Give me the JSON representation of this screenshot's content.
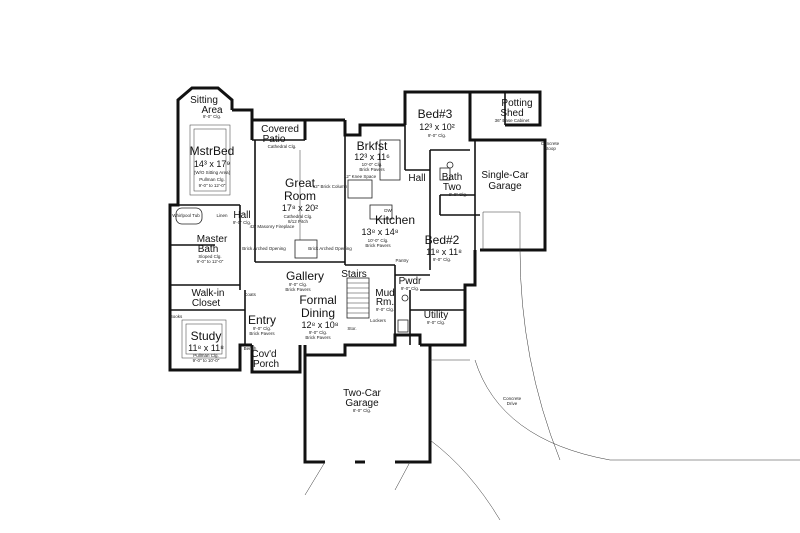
{
  "plan": {
    "rooms": {
      "sitting": {
        "name": "Sitting",
        "name2": "Area",
        "ceil": "9'-0\" Clg."
      },
      "mstrbed": {
        "name": "MstrBed",
        "dim": "14³ x 17⁹",
        "n1": "(W/O Sitting Area)",
        "n2": "Pullman Clg.",
        "n3": "9'-0\" to 12'-0\""
      },
      "covered_patio": {
        "name": "Covered",
        "name2": "Patio",
        "ceil": "Cathedral Clg."
      },
      "brkfst": {
        "name": "Brkfst",
        "dim": "12³ x 11⁶",
        "n1": "10'-0\" Clg.",
        "n2": "Brick Pavers"
      },
      "bed3": {
        "name": "Bed#3",
        "dim": "12³ x 10²",
        "ceil": "9'-0\" Clg."
      },
      "potting": {
        "name": "Potting",
        "name2": "Shed",
        "n1": "36\" Base Cabinet"
      },
      "great_room": {
        "name": "Great",
        "name2": "Room",
        "dim": "17⁸ x 20²",
        "n1": "Cathedral Clg.",
        "n2": "8/12 Pitch"
      },
      "single_garage": {
        "name": "Single-Car",
        "name2": "Garage"
      },
      "concrete_stoop": {
        "n1": "Concrete",
        "n2": "Stoop"
      },
      "hall_upper": {
        "name": "Hall"
      },
      "bath_two": {
        "name": "Bath",
        "name2": "Two",
        "ceil": "9'-0\" Clg."
      },
      "kitchen": {
        "name": "Kitchen",
        "dim": "13⁸ x 14⁸",
        "n1": "10'-0\" Clg.",
        "n2": "Brick Pavers"
      },
      "bed2": {
        "name": "Bed#2",
        "dim": "11⁸ x 11⁸",
        "ceil": "9'-0\" Clg."
      },
      "hall_left": {
        "name": "Hall",
        "ceil": "9'-0\" Clg."
      },
      "master_bath": {
        "name": "Master",
        "name2": "Bath",
        "n1": "Sloped Clg.",
        "n2": "9'-0\" to 12'-0\""
      },
      "gallery": {
        "name": "Gallery",
        "n1": "9'-0\" Clg.",
        "n2": "Brick Pavers"
      },
      "stairs": {
        "name": "Stairs"
      },
      "walkin": {
        "name": "Walk-in",
        "name2": "Closet"
      },
      "formal_dining": {
        "name": "Formal",
        "name2": "Dining",
        "dim": "12⁸ x 10⁸",
        "n1": "9'-0\" Clg.",
        "n2": "Brick Pavers"
      },
      "pwdr": {
        "name": "Pwdr",
        "ceil": "9'-0\" Clg."
      },
      "mud_rm": {
        "name": "Mud",
        "name2": "Rm.",
        "ceil": "9'-0\" Clg."
      },
      "utility": {
        "name": "Utility",
        "ceil": "9'-0\" Clg."
      },
      "entry": {
        "name": "Entry",
        "n1": "9'-0\" Clg.",
        "n2": "Brick Pavers"
      },
      "study": {
        "name": "Study",
        "dim": "11⁸ x 11⁸",
        "n1": "Pullman Clg.",
        "n2": "9'-0\" to 10'-0\""
      },
      "covd_porch": {
        "name": "Cov'd",
        "name2": "Porch"
      },
      "two_garage": {
        "name": "Two-Car",
        "name2": "Garage",
        "ceil": "8'-0\" Clg."
      },
      "concrete_drive": {
        "n1": "Concrete",
        "n2": "Drive"
      }
    },
    "notes": {
      "whirlpool": "Whirlpool Tub",
      "brick_arch_left": "Brick Arched Opening",
      "brick_arch_right": "Brick Arched Opening",
      "masonry": "42\" Masonry Fireplace",
      "column": "12\" Brick Column",
      "knee_space": "12\" Knee Space",
      "dw": "DW",
      "linen": "Linen",
      "pantry": "Pantry",
      "lockers": "Lockers",
      "bench": "Bench",
      "books": "Books",
      "coats": "Coats",
      "storage": "Stor."
    }
  }
}
